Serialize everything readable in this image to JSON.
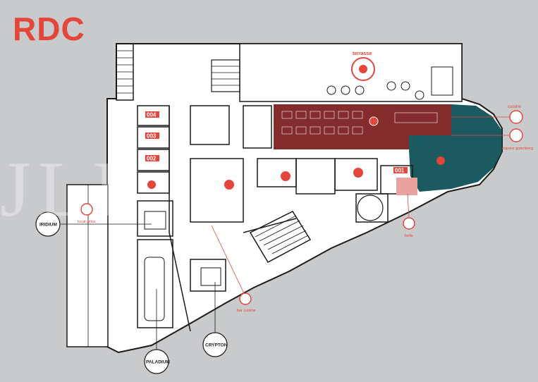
{
  "title": "RDC",
  "watermark": "JLL",
  "rooms": {
    "r004": "004",
    "r003": "003",
    "r002": "002",
    "r001": "001"
  },
  "labels": {
    "terrasse": "terrasse",
    "cuisine": "cuisine",
    "espace_gutenberg": "espace gutenberg",
    "local_velos": "local vélos",
    "boite": "boîte",
    "bar_cuisine": "bar cuisine"
  },
  "callouts": {
    "iridium": "IRIDIUM",
    "paladium": "PALADIUM",
    "crypton": "CRYPTON"
  },
  "colors": {
    "accent": "#e5463b",
    "dark_red_zone": "#7a1a1a",
    "teal_zone": "#0f5156",
    "background": "#c9cacc",
    "floor": "#ffffff",
    "wall": "#1a1a1a"
  }
}
